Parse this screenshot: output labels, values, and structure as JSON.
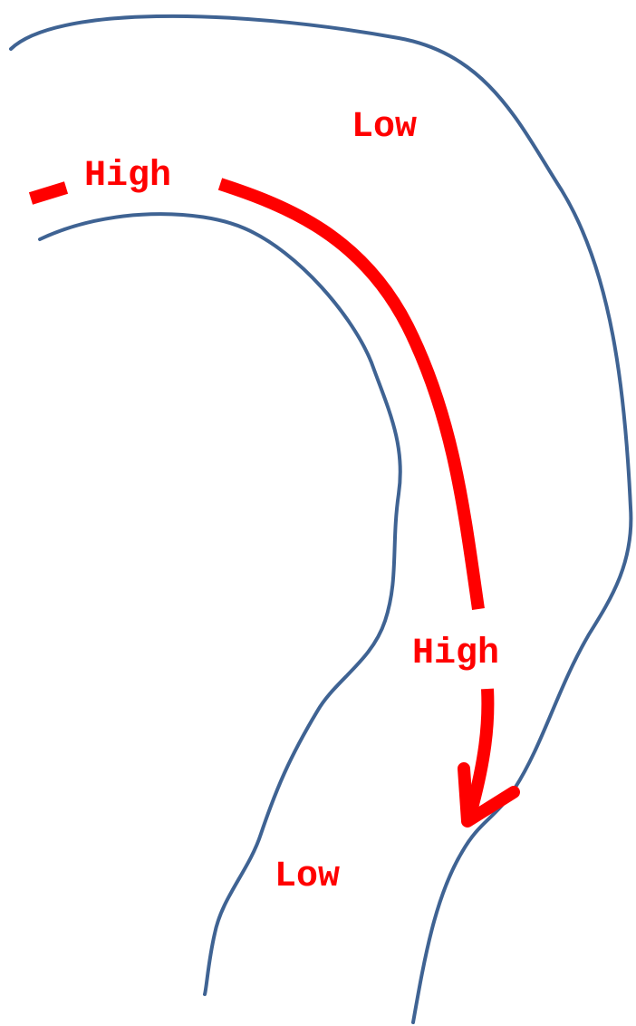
{
  "colors": {
    "wall": "#3f6393",
    "flow": "#ff0000",
    "background": "#ffffff"
  },
  "labels": {
    "low_outer": "Low",
    "high_upstream": "High",
    "high_downstream": "High",
    "low_inner": "Low"
  }
}
